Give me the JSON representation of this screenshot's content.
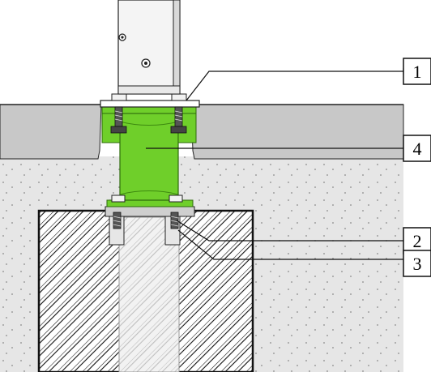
{
  "callouts": [
    {
      "id": "1",
      "label": "1"
    },
    {
      "id": "4",
      "label": "4"
    },
    {
      "id": "2",
      "label": "2"
    },
    {
      "id": "3",
      "label": "3"
    }
  ],
  "colors": {
    "background": "#ffffff",
    "soil": "#e6e6e6",
    "slab": "#c8c8c8",
    "concrete": "#ffffff",
    "green_part": "#6fcf2a",
    "green_dark": "#3e8a10",
    "post": "#f2f2f2",
    "steel": "#cfcfcf"
  },
  "icons": [
    "bolt-icon",
    "anchor-icon",
    "nut-icon"
  ]
}
